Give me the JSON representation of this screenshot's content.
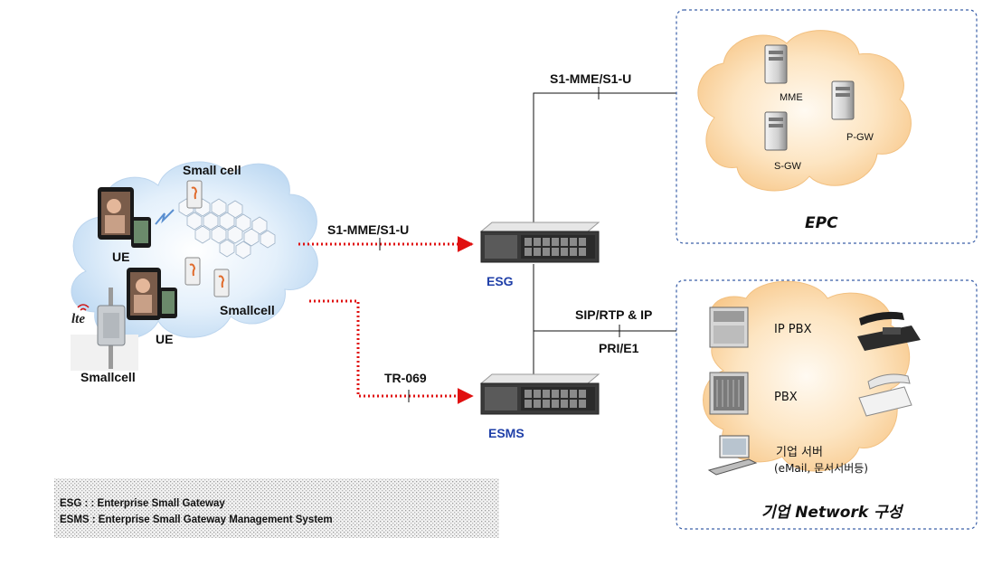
{
  "labels": {
    "small_cell": "Small  cell",
    "ue_1": "UE",
    "ue_2": "UE",
    "smallcell_1": "Smallcell",
    "smallcell_2": "Smallcell",
    "lte": "lte",
    "link_s1_top": "S1-MME/S1-U",
    "link_s1_mid": "S1-MME/S1-U",
    "link_tr069": "TR-069",
    "esg": "ESG",
    "esms": "ESMS",
    "sip": "SIP/RTP & IP",
    "pri": "PRI/E1",
    "mme": "MME",
    "pgw": "P-GW",
    "sgw": "S-GW",
    "epc_title": "EPC",
    "ip_pbx": "IP PBX",
    "pbx": "PBX",
    "server_line1": "기업 서버",
    "server_line2": "(eMail, 문서서버등)",
    "enterprise_title": "기업 Network 구성"
  },
  "legend": {
    "line1": "ESG : : Enterprise Small Gateway",
    "line2": "ESMS : Enterprise Small Gateway Management System"
  },
  "colors": {
    "cloud_blue": "#cfe3f7",
    "cloud_orange": "#fbd8a6",
    "dashed_link": "#e01010",
    "box_border": "#3a5fa8",
    "label_blue": "#1f3fa8"
  }
}
